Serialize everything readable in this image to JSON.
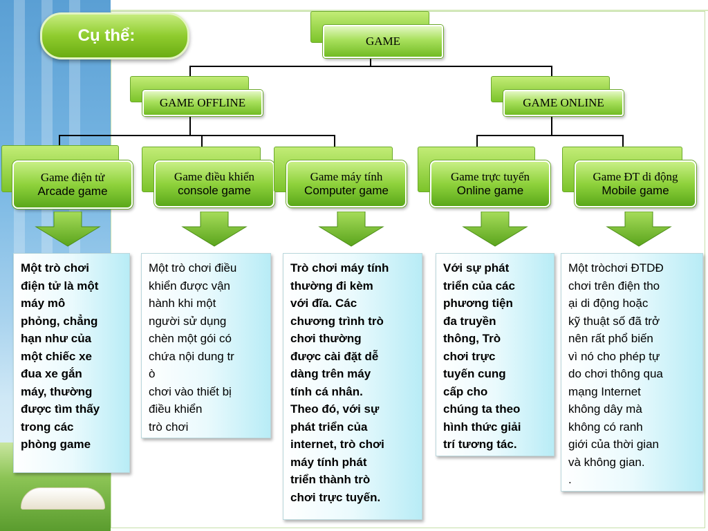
{
  "title": "Cụ thể:",
  "root": {
    "label": "GAME"
  },
  "branches": [
    {
      "label": "GAME OFFLINE"
    },
    {
      "label": "GAME ONLINE"
    }
  ],
  "leaves": [
    {
      "line1": "Game điện tử",
      "line2": "Arcade game"
    },
    {
      "line1": "Game điều khiển",
      "line2": "console game"
    },
    {
      "line1": "Game máy tính",
      "line2": "Computer game"
    },
    {
      "line1": "Game trực tuyến",
      "line2": "Online game"
    },
    {
      "line1": "Game ĐT di động",
      "line2": "Mobile game"
    }
  ],
  "descriptions": [
    "Một trò chơi\nđiện tử là một\nmáy mô\nphỏng, chẳng\nhạn như của\nmột chiếc xe\nđua xe gắn\nmáy, thường\nđược tìm thấy\ntrong các\nphòng game",
    "Một trò chơi điều\nkhiển được vận\nhành khi một\nngười sử dụng\nchèn một gói có\nchứa nội dung tr\nò\nchơi vào thiết bị\nđiều khiển\ntrò chơi",
    "Trò chơi máy tính\nthường đi kèm\nvới đĩa. Các\nchương trình trò\nchơi thường\nđược cài đặt dễ\ndàng trên máy\ntính cá nhân.\nTheo đó, với sự\nphát triển của\ninternet, trò chơi\nmáy tính phát\ntriển thành trò\nchơi trực tuyến.",
    "Với sự phát\ntriển của các\nphương tiện\nđa truyền\nthông, Trò\nchơi trực\ntuyến cung\ncấp cho\nchúng ta theo\nhình thức giải\ntrí tương tác.",
    "Một tròchơi ĐTDĐ\nchơi trên điện tho\nại di động hoặc\nkỹ thuật số đã trở\nnên rất phổ biến\nvì nó cho phép tự\ndo chơi thông qua\nmạng Internet\nkhông dây mà\nkhông có ranh\ngiới của thời gian\nvà không gian.\n."
  ],
  "colors": {
    "node_green": "#8fd23c",
    "title_pill": "#8fcc2e",
    "arrow_green": "#7cc42a",
    "desc_cyan": "#b8ecf6"
  }
}
